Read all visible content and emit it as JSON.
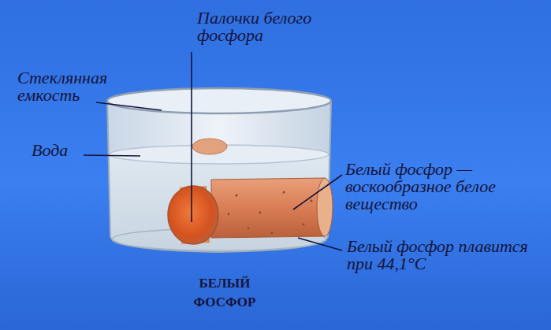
{
  "diagram": {
    "caption": "БЕЛЫЙ ФОСФОР",
    "labels": [
      "Палочки белого фосфора",
      "Стеклянная емкость",
      "Вода",
      "Белый фосфор — воскообразное белое вещество",
      "Белый фосфор плавится при 44,1°C"
    ]
  }
}
